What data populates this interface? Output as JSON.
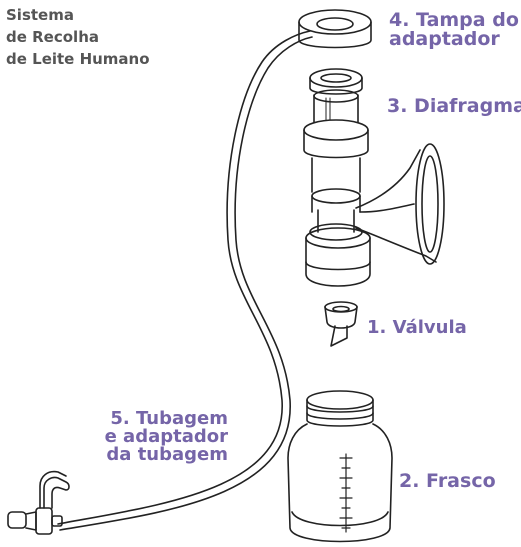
{
  "title_lines": [
    "Sistema",
    "de Recolha",
    "de Leite Humano"
  ],
  "labels": {
    "part4": [
      "4. Tampa do",
      "adaptador"
    ],
    "part3": "3. Diafragma",
    "part1": "1. Válvula",
    "part5": [
      "5. Tubagem",
      "e adaptador",
      "da tubagem"
    ],
    "part2": "2. Frasco"
  },
  "colors": {
    "label": "#7565a8",
    "title": "#555555",
    "line": "#222222"
  },
  "icons": [
    "tubing-adapter-icon",
    "breast-shield-icon",
    "valve-icon",
    "bottle-icon",
    "diaphragm-icon",
    "adapter-cap-icon"
  ]
}
